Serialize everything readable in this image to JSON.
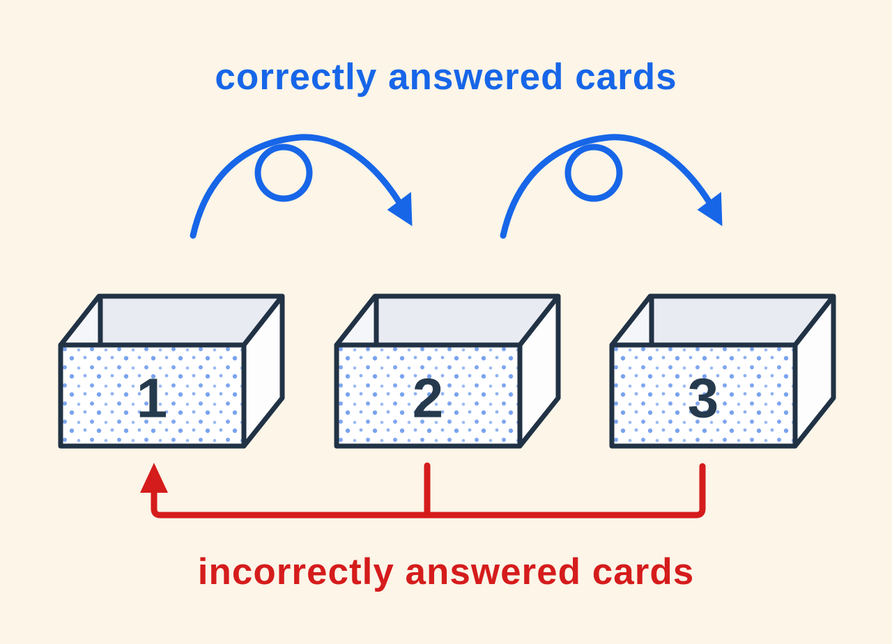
{
  "diagram": {
    "title_top": "correctly answered cards",
    "title_bottom": "incorrectly answered cards",
    "boxes": [
      {
        "label": "1"
      },
      {
        "label": "2"
      },
      {
        "label": "3"
      }
    ],
    "colors": {
      "background": "#fcf5e8",
      "blue": "#1766e8",
      "red": "#d51c1c",
      "box_outline": "#213245",
      "number_navy": "#263a4d",
      "box_interior_gray": "#e9ebf2",
      "box_inner_left": "#f5f6f9",
      "box_side_white": "#fdfdfe",
      "dot_blue": "#7fa6ee"
    },
    "icons": {
      "correct_flow": "loop-arrow-icon",
      "incorrect_flow": "return-arrow-icon"
    }
  }
}
